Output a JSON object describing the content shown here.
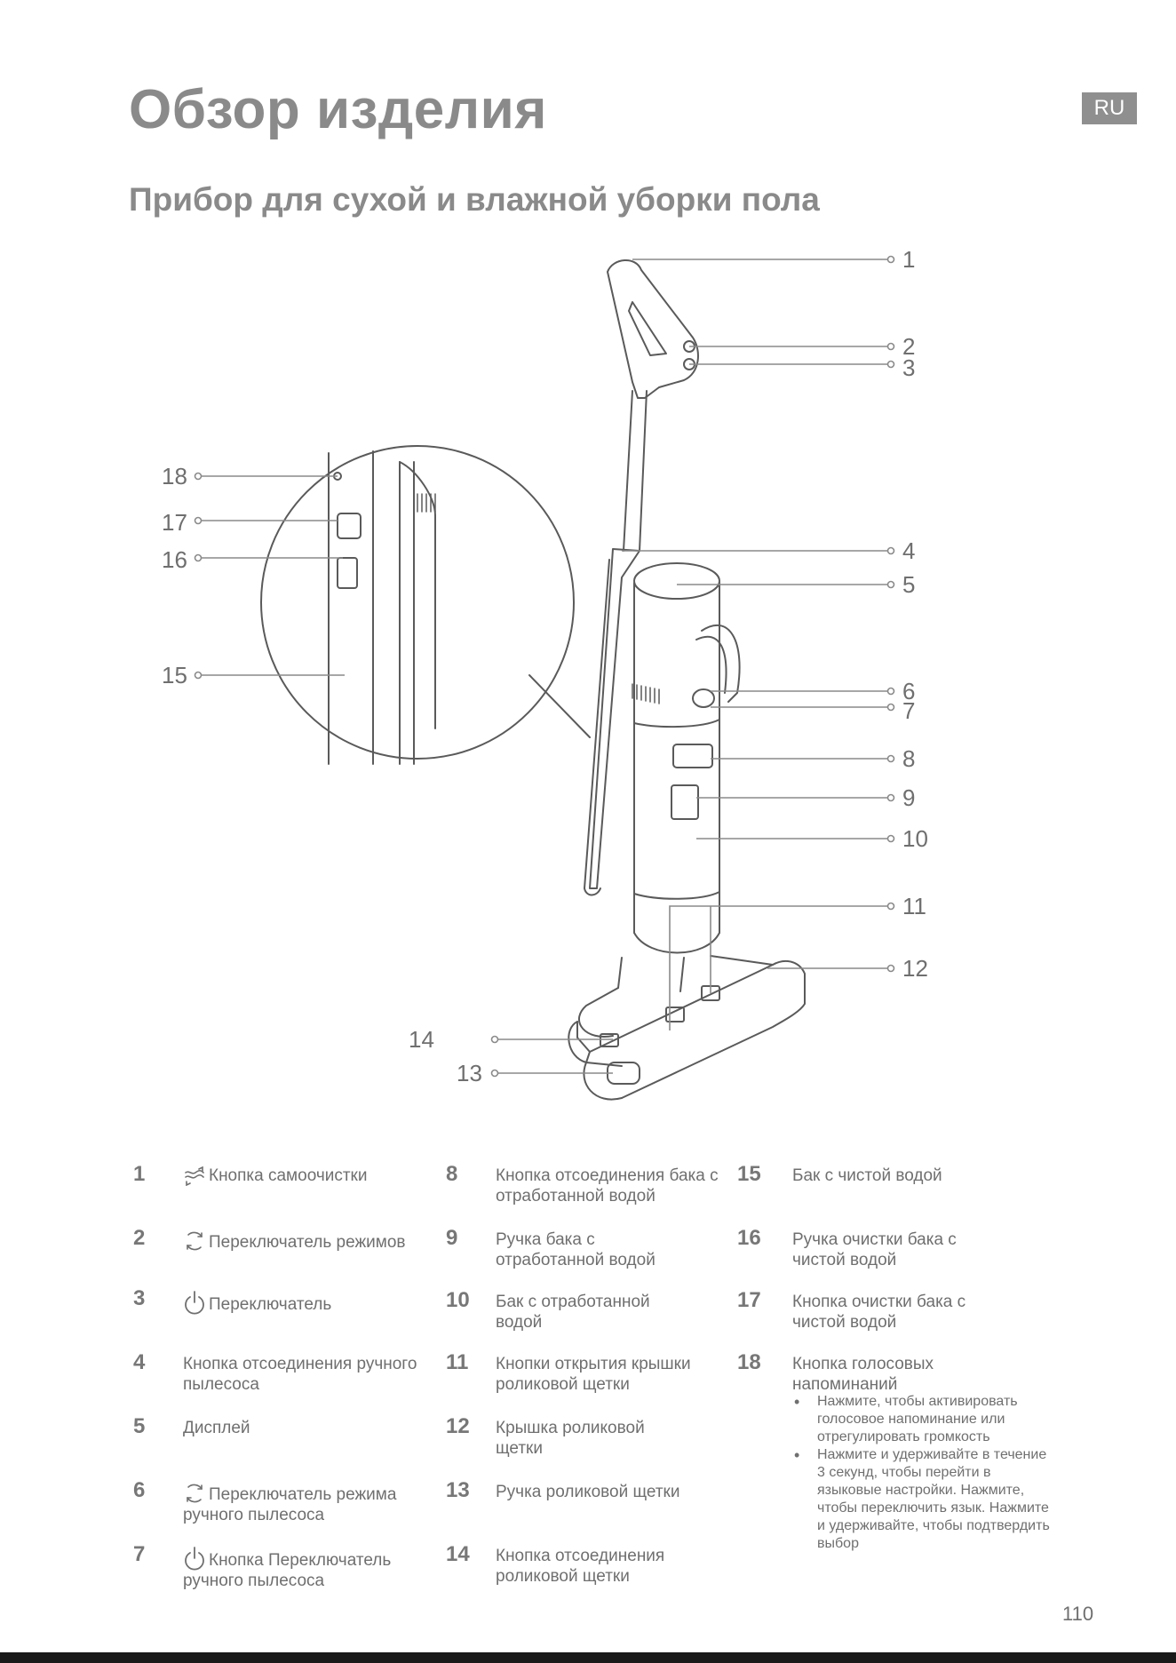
{
  "header": {
    "title": "Обзор изделия",
    "lang_badge": "RU",
    "subtitle": "Прибор для сухой и влажной уборки пола"
  },
  "callouts": [
    "1",
    "2",
    "3",
    "4",
    "5",
    "6",
    "7",
    "8",
    "9",
    "10",
    "11",
    "12",
    "13",
    "14",
    "15",
    "16",
    "17",
    "18"
  ],
  "legend": [
    {
      "num": "1",
      "icon": "self-clean-icon",
      "text": "Кнопка самоочистки"
    },
    {
      "num": "2",
      "icon": "mode-switch-icon",
      "text": "Переключатель режимов"
    },
    {
      "num": "3",
      "icon": "power-icon",
      "text": "Переключатель"
    },
    {
      "num": "4",
      "icon": "",
      "text": "Кнопка отсоединения ручного пылесоса"
    },
    {
      "num": "5",
      "icon": "",
      "text": "Дисплей"
    },
    {
      "num": "6",
      "icon": "mode-switch-icon",
      "text": "Переключатель режима ручного пылесоса"
    },
    {
      "num": "7",
      "icon": "power-icon",
      "text": "Кнопка Переключатель ручного пылесоса"
    },
    {
      "num": "8",
      "icon": "",
      "text": "Кнопка отсоединения бака с отработанной водой"
    },
    {
      "num": "9",
      "icon": "",
      "text": "Ручка бака с отработанной водой"
    },
    {
      "num": "10",
      "icon": "",
      "text": "Бак с отработанной водой"
    },
    {
      "num": "11",
      "icon": "",
      "text": "Кнопки открытия крышки роликовой щетки"
    },
    {
      "num": "12",
      "icon": "",
      "text": "Крышка роликовой щетки"
    },
    {
      "num": "13",
      "icon": "",
      "text": "Ручка роликовой щетки"
    },
    {
      "num": "14",
      "icon": "",
      "text": "Кнопка отсоединения роликовой щетки"
    },
    {
      "num": "15",
      "icon": "",
      "text": "Бак с чистой водой"
    },
    {
      "num": "16",
      "icon": "",
      "text": "Ручка очистки бака с чистой водой"
    },
    {
      "num": "17",
      "icon": "",
      "text": "Кнопка очистки бака с чистой водой"
    },
    {
      "num": "18",
      "icon": "",
      "text": "Кнопка голосовых напоминаний"
    }
  ],
  "notes": [
    "Нажмите, чтобы активировать голосовое напоминание или отрегулировать громкость",
    "Нажмите и удерживайте в течение 3 секунд, чтобы перейти в языковые настройки. Нажмите, чтобы переключить язык. Нажмите и удерживайте, чтобы подтвердить выбор"
  ],
  "page_number": "110"
}
